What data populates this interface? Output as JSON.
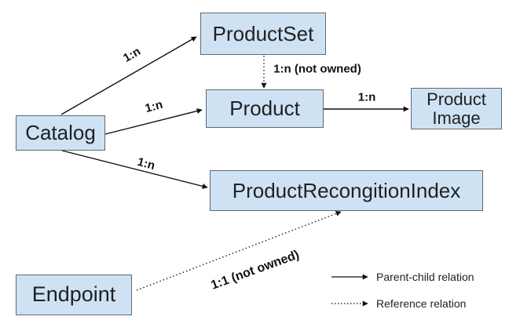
{
  "diagram": {
    "nodes": {
      "catalog": {
        "label": "Catalog"
      },
      "product_set": {
        "label": "ProductSet"
      },
      "product": {
        "label": "Product"
      },
      "product_image": {
        "label": "Product Image"
      },
      "product_recognition_index": {
        "label": "ProductRecongitionIndex"
      },
      "endpoint": {
        "label": "Endpoint"
      }
    },
    "edges": {
      "catalog_to_product_set": {
        "label": "1:n",
        "type": "parent-child"
      },
      "catalog_to_product": {
        "label": "1:n",
        "type": "parent-child"
      },
      "catalog_to_index": {
        "label": "1:n",
        "type": "parent-child"
      },
      "product_set_to_product": {
        "label": "1:n (not owned)",
        "type": "reference"
      },
      "product_to_product_image": {
        "label": "1:n",
        "type": "parent-child"
      },
      "endpoint_to_index": {
        "label": "1:1 (not owned)",
        "type": "reference"
      }
    },
    "legend": {
      "parent_child_label": "Parent-child relation",
      "reference_label": "Reference relation"
    },
    "colors": {
      "node_fill": "#cfe2f3",
      "node_border": "#5f6a72",
      "line": "#111111"
    }
  }
}
